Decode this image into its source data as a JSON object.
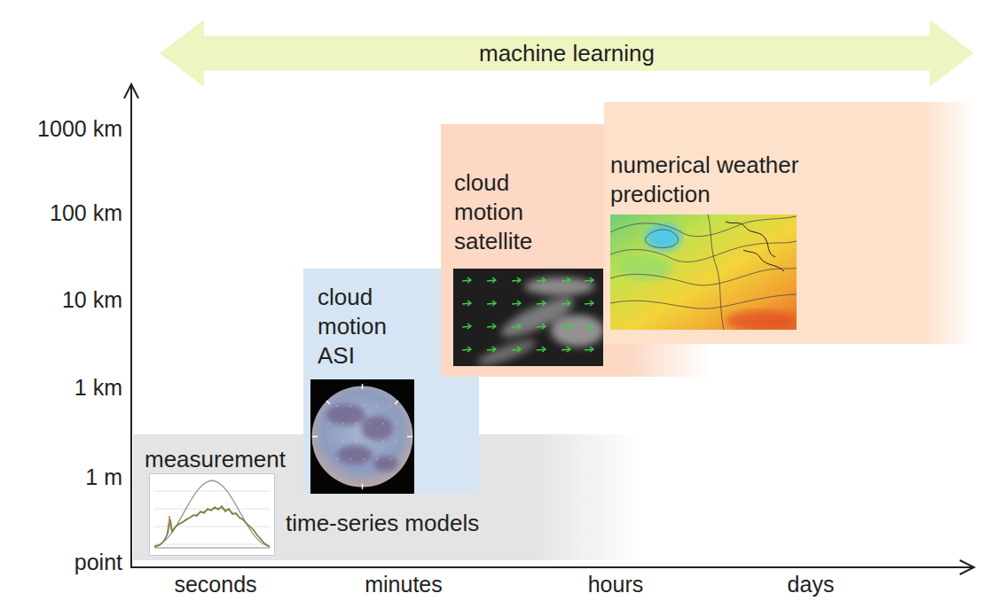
{
  "diagram": {
    "nodes": [
      {
        "text": [
          "machine learning"
        ]
      },
      {
        "text": [
          "measurement",
          "time-series models"
        ]
      },
      {
        "text": [
          "cloud motion ASI"
        ]
      },
      {
        "text": [
          "cloud motion satellite"
        ]
      },
      {
        "text": [
          "numerical weather prediction"
        ]
      }
    ],
    "labels": [
      "1000 km",
      "100 km",
      "10 km",
      "1 km",
      "1 m",
      "point",
      "seconds",
      "minutes",
      "hours",
      "days"
    ]
  }
}
